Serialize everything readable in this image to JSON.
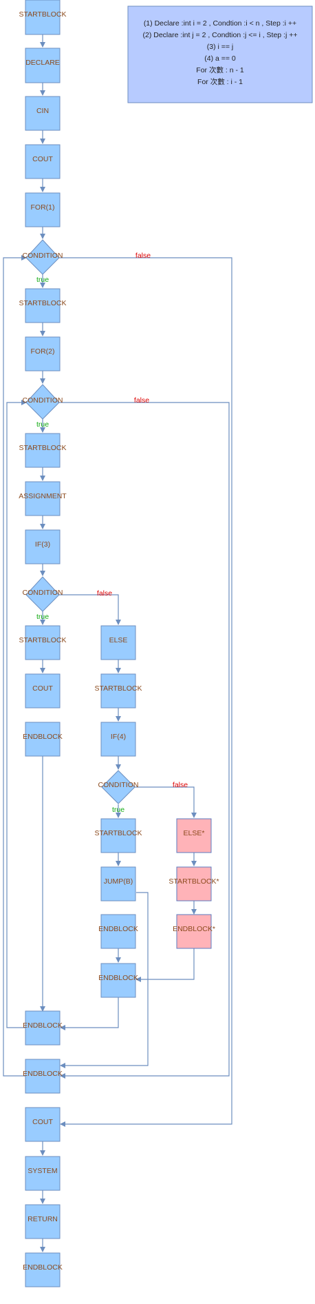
{
  "note": {
    "lines": [
      "(1)  Declare :int i = 2  , Condtion :i < n , Step :i ++",
      "(2)  Declare :int j = 2  , Condtion :j <= i , Step :j ++",
      "(3) i == j",
      "(4) a == 0",
      "For 次數 : n - 1",
      "For 次數 : i - 1"
    ]
  },
  "nodes": {
    "startblock_1": "STARTBLOCK",
    "declare": "DECLARE",
    "cin": "CIN",
    "cout_1": "COUT",
    "for_1": "FOR(1)",
    "condition_1": "CONDITION",
    "startblock_2": "STARTBLOCK",
    "for_2": "FOR(2)",
    "condition_2": "CONDITION",
    "startblock_3": "STARTBLOCK",
    "assignment": "ASSIGNMENT",
    "if_3": "IF(3)",
    "condition_3": "CONDITION",
    "startblock_4": "STARTBLOCK",
    "cout_2": "COUT",
    "endblock_1": "ENDBLOCK",
    "else_1": "ELSE",
    "startblock_5": "STARTBLOCK",
    "if_4": "IF(4)",
    "condition_4": "CONDITION",
    "startblock_6": "STARTBLOCK",
    "jump_b": "JUMP(B)",
    "endblock_2": "ENDBLOCK",
    "endblock_3": "ENDBLOCK",
    "else_2": "ELSE*",
    "startblock_7": "STARTBLOCK*",
    "endblock_4": "ENDBLOCK*",
    "endblock_5": "ENDBLOCK",
    "endblock_6": "ENDBLOCK",
    "cout_3": "COUT",
    "system": "SYSTEM",
    "return": "RETURN",
    "endblock_7": "ENDBLOCK"
  },
  "edge_labels": {
    "true_label": "true",
    "false_label": "false"
  },
  "colors": {
    "node_fill": "#99ccff",
    "node_stroke": "#6c8ebf",
    "alert_fill": "#ffb3b8",
    "note_fill": "#b7cbff",
    "label_text": "#8b4a1d",
    "true_text": "#11aa11",
    "false_text": "#dd0000"
  }
}
